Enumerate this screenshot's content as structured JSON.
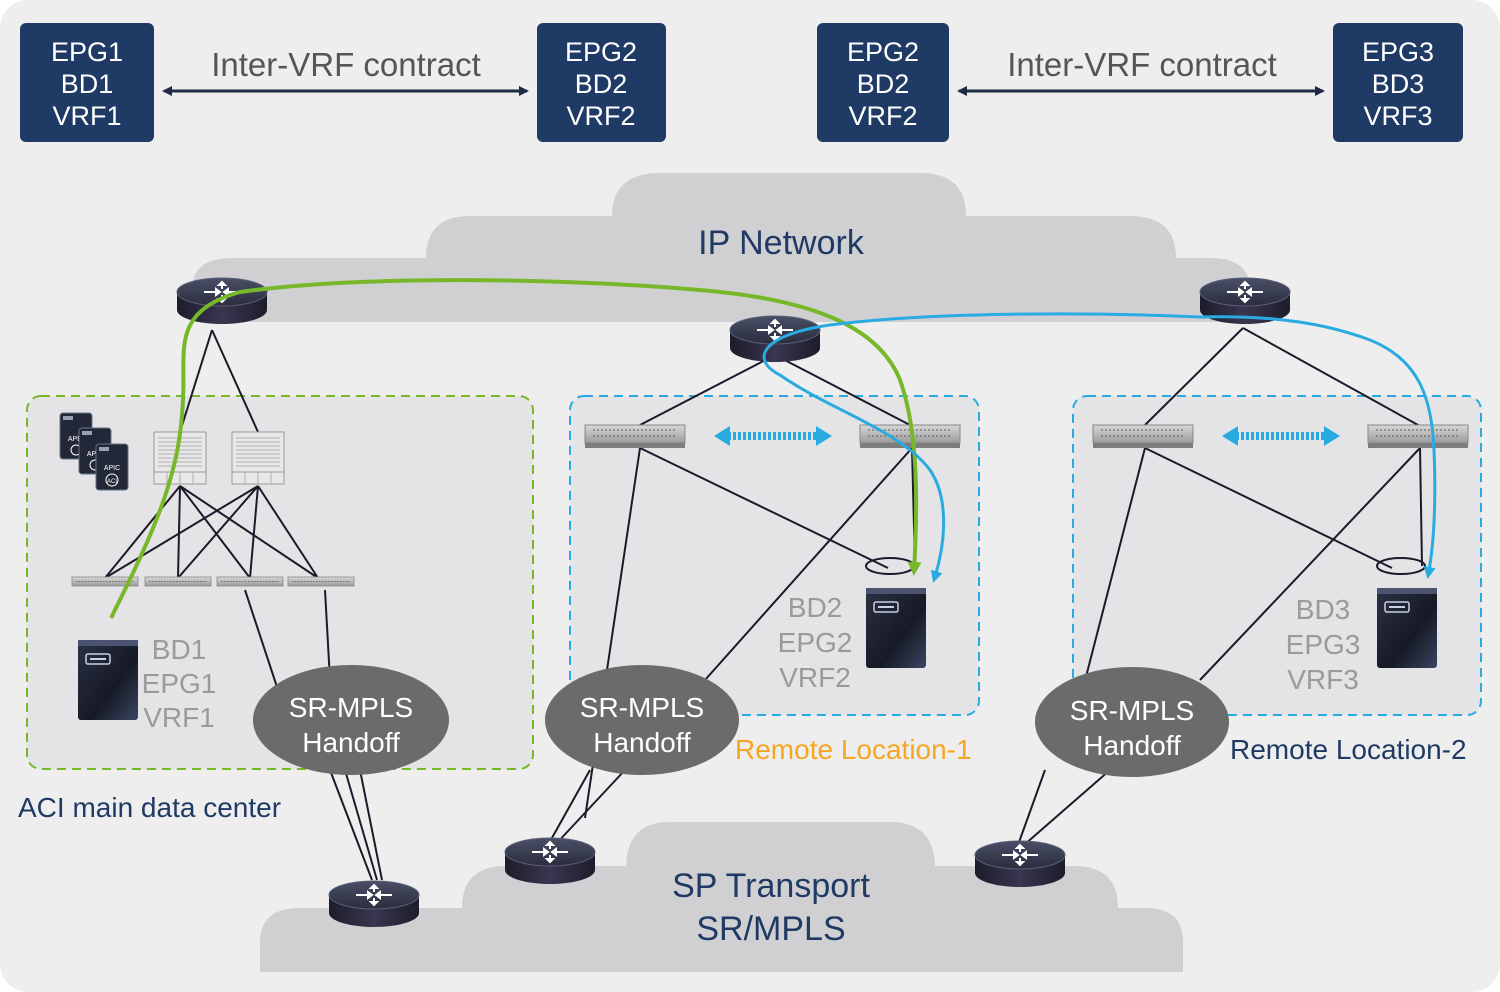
{
  "epg_boxes": [
    {
      "lines": [
        "EPG1",
        "BD1",
        "VRF1"
      ]
    },
    {
      "lines": [
        "EPG2",
        "BD2",
        "VRF2"
      ]
    },
    {
      "lines": [
        "EPG2",
        "BD2",
        "VRF2"
      ]
    },
    {
      "lines": [
        "EPG3",
        "BD3",
        "VRF3"
      ]
    }
  ],
  "contracts": [
    "Inter-VRF contract",
    "Inter-VRF contract"
  ],
  "clouds": {
    "ip_network": "IP Network",
    "sp_transport": [
      "SP Transport",
      "SR/MPLS"
    ]
  },
  "sites": {
    "main": {
      "label": "ACI main data center",
      "endpoint": [
        "BD1",
        "EPG1",
        "VRF1"
      ],
      "handoff": [
        "SR-MPLS",
        "Handoff"
      ],
      "apic": [
        "APIC",
        "APIC",
        "APIC"
      ],
      "apic_sub": "ACI"
    },
    "remote1": {
      "label": "Remote Location-1",
      "endpoint": [
        "BD2",
        "EPG2",
        "VRF2"
      ],
      "handoff": [
        "SR-MPLS",
        "Handoff"
      ]
    },
    "remote2": {
      "label": "Remote Location-2",
      "endpoint": [
        "BD3",
        "EPG3",
        "VRF3"
      ],
      "handoff": [
        "SR-MPLS",
        "Handoff"
      ]
    }
  },
  "colors": {
    "background": "#efeeee",
    "epg_box": "#1f3a64",
    "cloud": "#d0d0d3",
    "green_path": "#76b82a",
    "blue_path": "#29abe2",
    "handoff": "#6b6b6b",
    "remote_label": "#f5a623"
  }
}
